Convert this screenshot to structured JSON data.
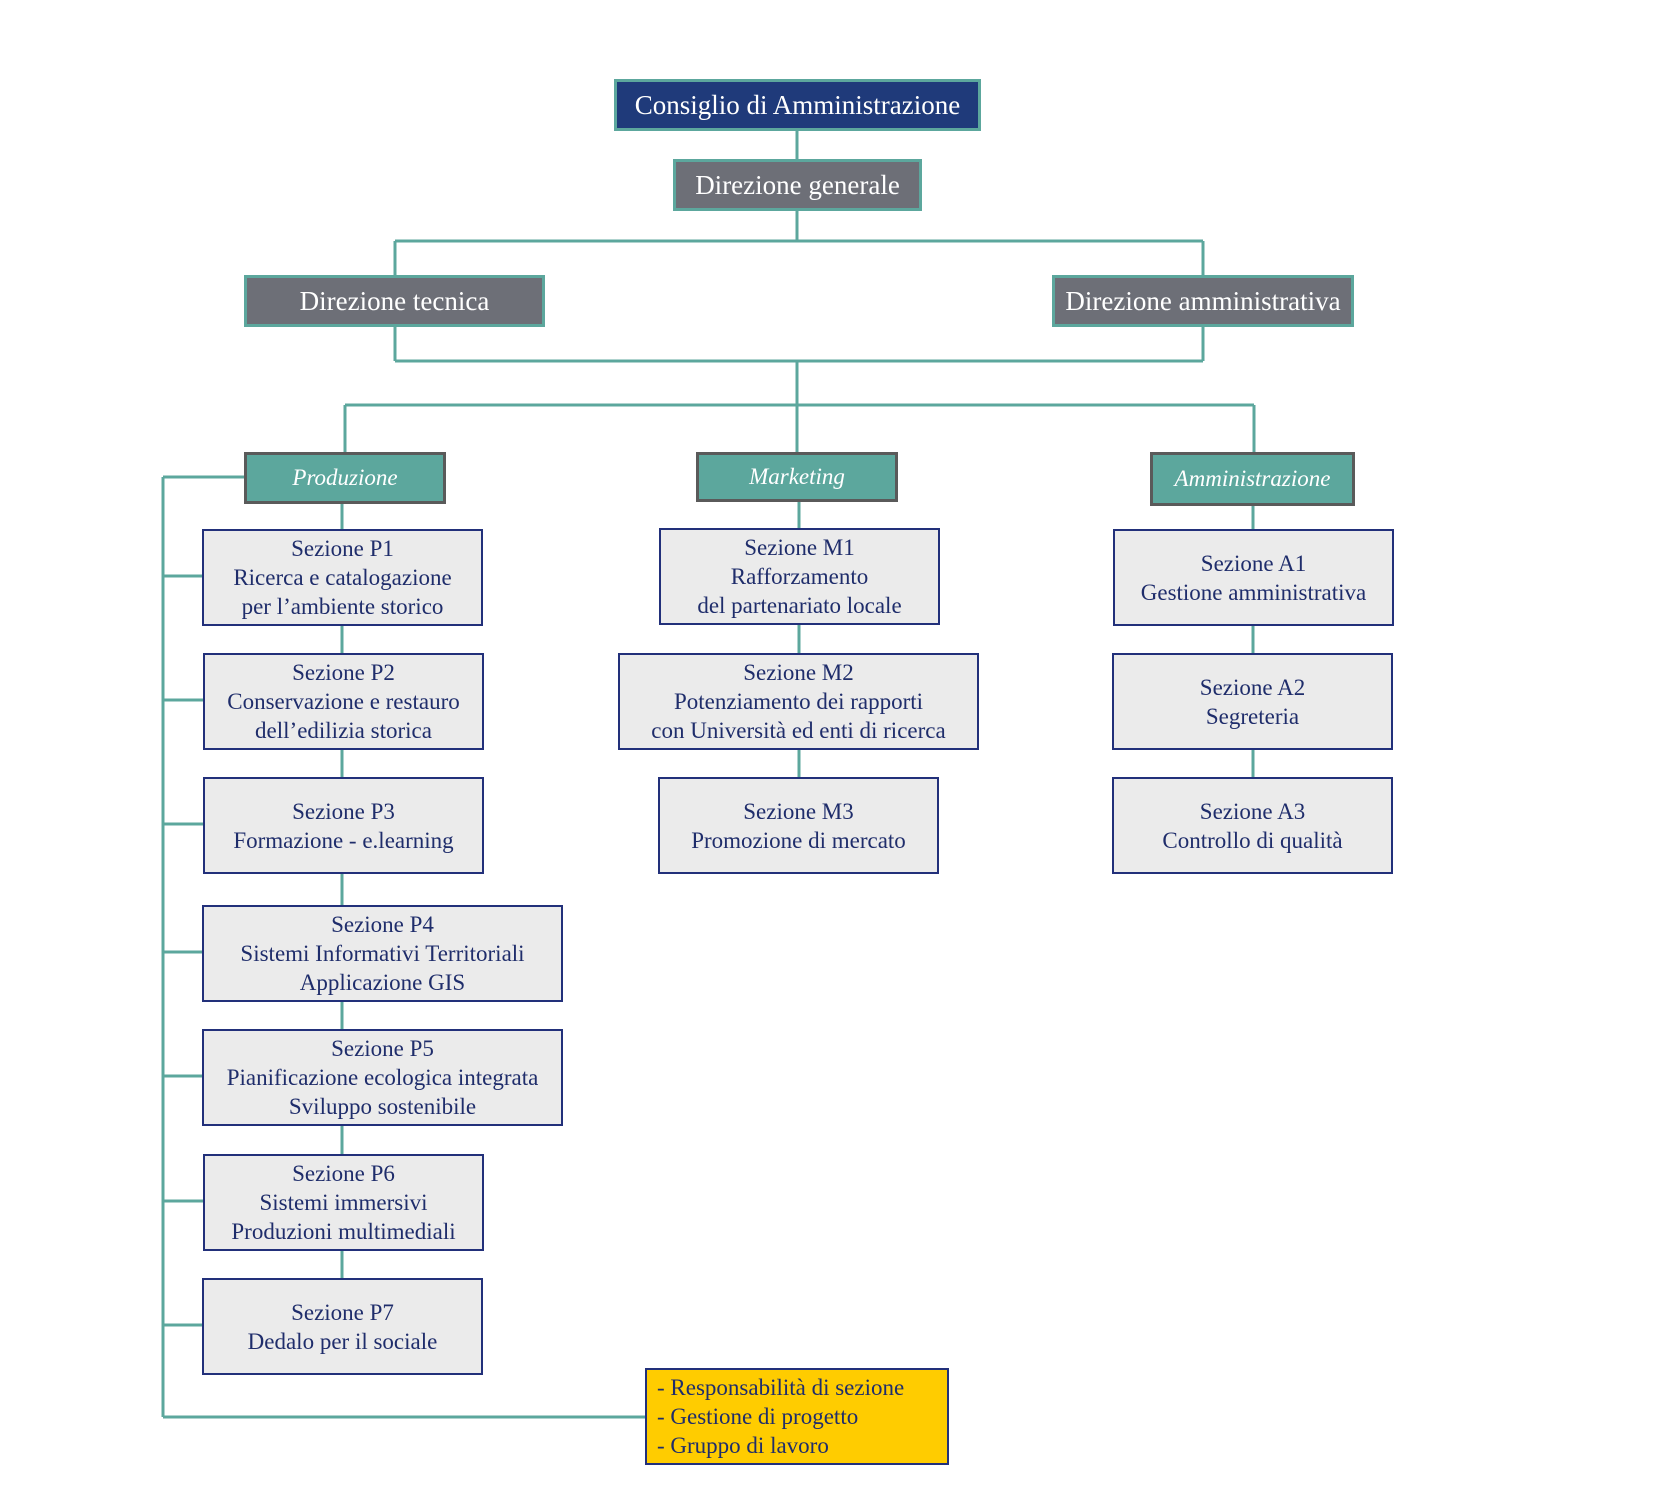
{
  "board": "Consiglio di Amministrazione",
  "general": "Direzione generale",
  "technical": "Direzione tecnica",
  "administrative": "Direzione amministrativa",
  "areas": {
    "produzione": "Produzione",
    "marketing": "Marketing",
    "amministrazione": "Amministrazione"
  },
  "produzione_sections": [
    {
      "title": "Sezione P1",
      "lines": [
        "Ricerca e catalogazione",
        "per l’ambiente storico"
      ]
    },
    {
      "title": "Sezione P2",
      "lines": [
        "Conservazione e restauro",
        "dell’edilizia storica"
      ]
    },
    {
      "title": "Sezione P3",
      "lines": [
        "Formazione - e.learning"
      ]
    },
    {
      "title": "Sezione P4",
      "lines": [
        "Sistemi Informativi Territoriali",
        "Applicazione GIS"
      ]
    },
    {
      "title": "Sezione P5",
      "lines": [
        "Pianificazione ecologica integrata",
        "Sviluppo sostenibile"
      ]
    },
    {
      "title": "Sezione P6",
      "lines": [
        "Sistemi immersivi",
        "Produzioni multimediali"
      ]
    },
    {
      "title": "Sezione P7",
      "lines": [
        "Dedalo per il sociale"
      ]
    }
  ],
  "marketing_sections": [
    {
      "title": "Sezione M1",
      "lines": [
        "Rafforzamento",
        "del partenariato locale"
      ]
    },
    {
      "title": "Sezione M2",
      "lines": [
        "Potenziamento dei rapporti",
        "con Università ed enti di ricerca"
      ]
    },
    {
      "title": "Sezione M3",
      "lines": [
        "Promozione di mercato"
      ]
    }
  ],
  "amministrazione_sections": [
    {
      "title": "Sezione A1",
      "lines": [
        "Gestione amministrativa"
      ]
    },
    {
      "title": "Sezione A2",
      "lines": [
        "Segreteria"
      ]
    },
    {
      "title": "Sezione A3",
      "lines": [
        "Controllo di qualità"
      ]
    }
  ],
  "legend": [
    "- Responsabilità di sezione",
    "- Gestione di progetto",
    "- Gruppo di lavoro"
  ],
  "colors": {
    "connector": "#5ca79d",
    "board_fill": "#1f3a7a",
    "direction_fill": "#6d6f77",
    "area_fill": "#5ca79d",
    "section_fill": "#ebebeb",
    "section_border": "#22307a",
    "note_fill": "#ffcc00"
  }
}
